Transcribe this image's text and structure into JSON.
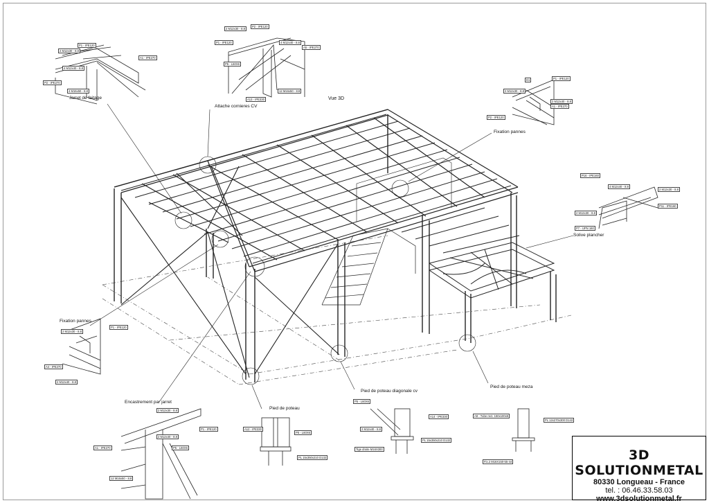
{
  "view_title": "Vue 3D",
  "detail_labels": {
    "jarret_faitage": "Jarret de faitage",
    "attache_cornieres": "Attache cornieres CV",
    "fixation_pannes_top": "Fixation pannes",
    "fixation_pannes_left": "Fixation pannes",
    "solive_plancher": "Solive plancher",
    "encastrement": "Encastrement par jarret",
    "pied_poteau": "Pied de poteau",
    "pied_poteau_diag": "Pied de poteau diagonale cv",
    "pied_poteau_meza": "Pied de poteau meza"
  },
  "part_callouts": {
    "d1": [
      "2 M12x30 - 8.8",
      "P1 - IPE120",
      "4 M12x40 - 8.8",
      "A1 - IPE270",
      "4 M16x50 - 8.8",
      "P2 - IPE270"
    ],
    "d2": [
      "2 M12x30 - 8.8",
      "P2 - IPE120",
      "P1 - IPE120",
      "4 M12x40 - 8.8",
      "A5 - IPE270",
      "P5 - L60X6",
      "A13 - IPE330",
      "12 M16x50 - 8.8"
    ],
    "d3": [
      "D1",
      "P1 - IPE120",
      "2 M12x30 - 8.8",
      "2 M12x40 - 8.8",
      "A1 - IPE270",
      "P2 - IPE120"
    ],
    "d4": [
      "P16 - IPE160",
      "4 M12x40 - 8.8",
      "2 M12x30 - 8.8",
      "P11 - IPE160",
      "2 M12x30 - 8.8",
      "P7 - UPN 160"
    ],
    "d5": [
      "P1 - IPE120",
      "2 M12x30 - 8.8",
      "A4 - IPE270",
      "2 M12x40 - 8.8"
    ],
    "d6": [
      "2 M12x30 - 8.8",
      "P1 - IPE120",
      "2 M12x40 - 8.8",
      "A1 - IPE270",
      "P5 - L60X6",
      "12 M16x50 - 8.8"
    ],
    "d7": [
      "A12 - IPE330",
      "P5 - L60X6",
      "PL 15x350x210 D132"
    ],
    "d8": [
      "P5 - L60X6",
      "A14 - IPE330",
      "2 M12x40 - 8.8",
      "PL 15x350x210 D132",
      "Tige droite M16X300"
    ],
    "d9": [
      "A9 - Tube rect. 150x100x5",
      "PL 12x270x300 D143",
      "Fix.2 M16X150-55-44"
    ]
  },
  "title_block": {
    "company": "3D SOLUTIONMETAL",
    "address": "80330 Longueau - France",
    "phone": "tel. : 06.46.33.58.03",
    "website": "www.3dsolutionmetal.fr"
  }
}
